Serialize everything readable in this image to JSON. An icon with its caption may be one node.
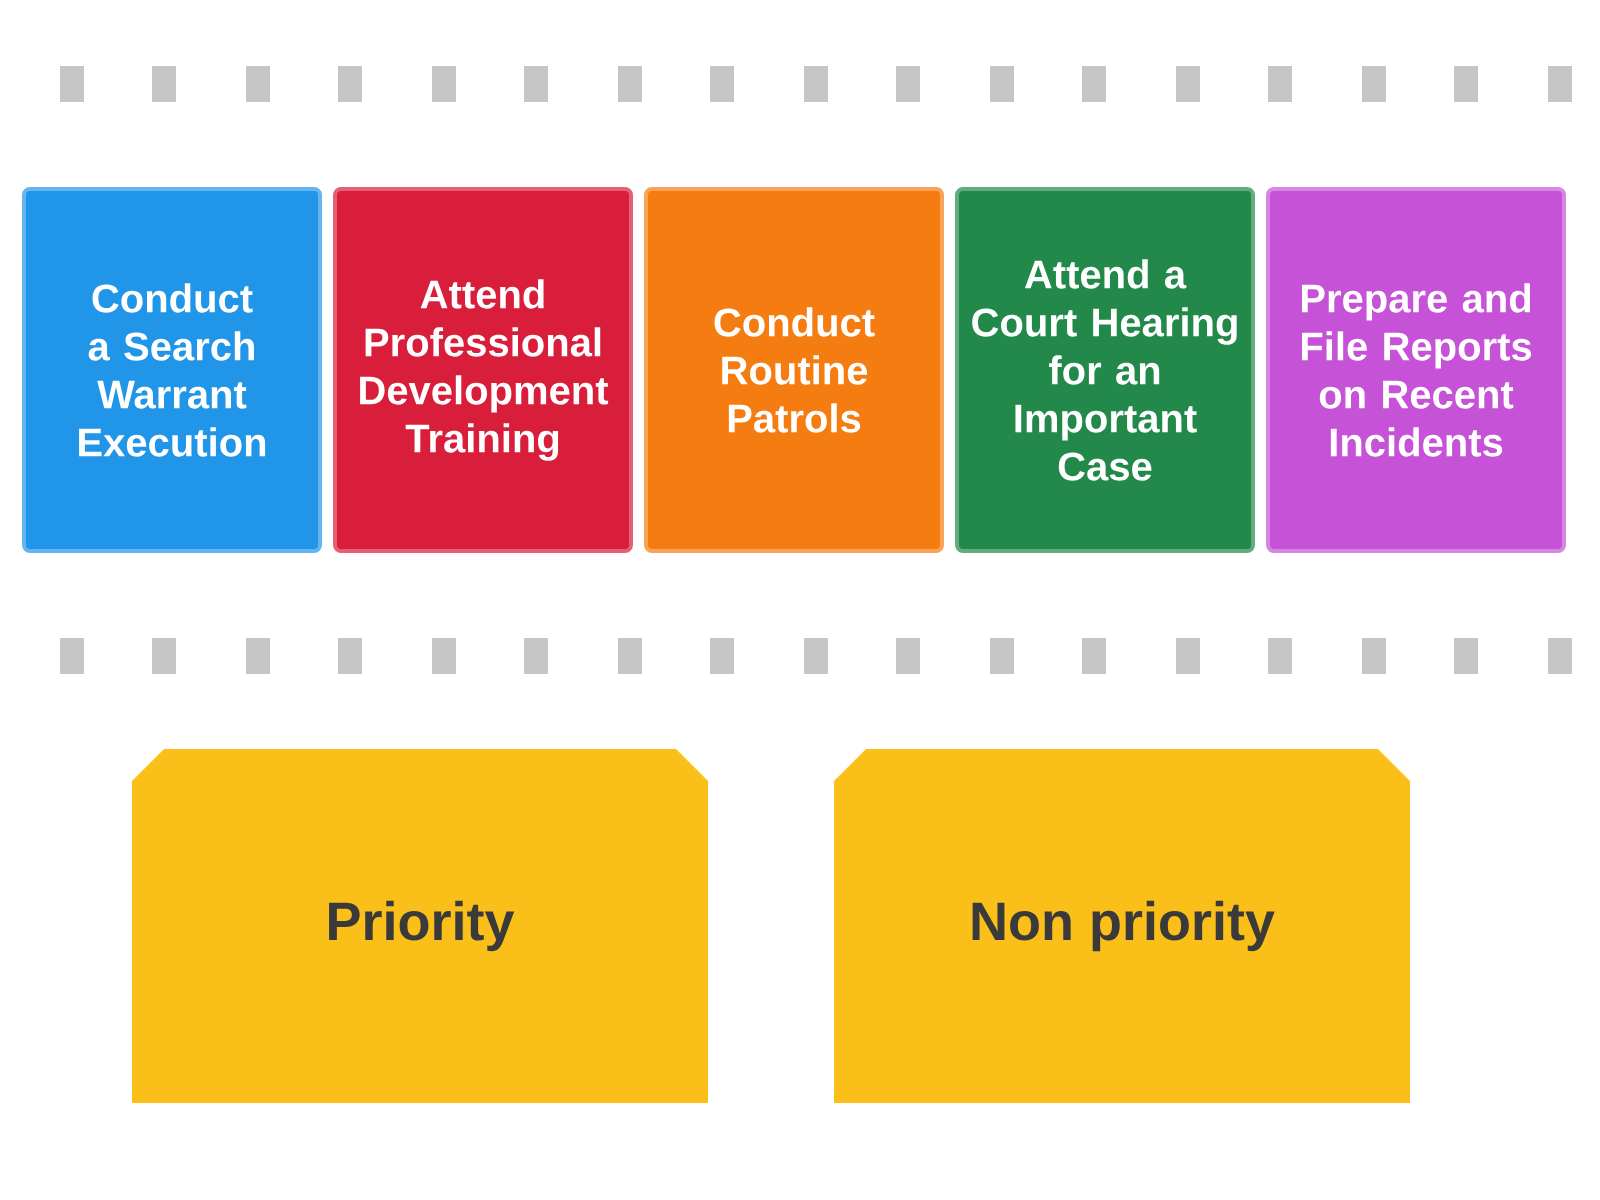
{
  "diagram": {
    "nodes": [
      {
        "text": [
          "Conduct a Search Warrant Execution"
        ]
      },
      {
        "text": [
          "Attend Professional Development Training"
        ]
      },
      {
        "text": [
          "Conduct Routine Patrols"
        ]
      },
      {
        "text": [
          "Attend a Court Hearing for an Important Case"
        ]
      },
      {
        "text": [
          "Prepare and File Reports on Recent Incidents"
        ]
      },
      {
        "text": [
          "Priority"
        ]
      },
      {
        "text": [
          "Non priority"
        ]
      }
    ]
  }
}
